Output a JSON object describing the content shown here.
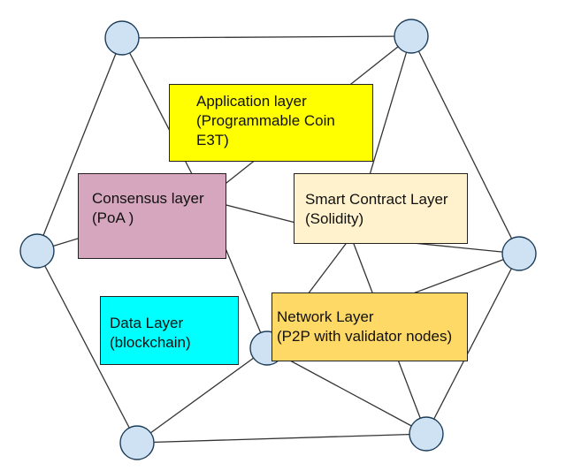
{
  "diagram": {
    "layers": [
      {
        "id": "application",
        "lines": [
          "Application layer",
          "(Programmable Coin",
          "E3T)"
        ],
        "fill": "#ffff00"
      },
      {
        "id": "consensus",
        "lines": [
          "Consensus layer",
          "(PoA )"
        ],
        "fill": "#d5a6bd"
      },
      {
        "id": "smart",
        "lines": [
          "Smart Contract Layer",
          "(Solidity)"
        ],
        "fill": "#fff2cc"
      },
      {
        "id": "data",
        "lines": [
          "Data  Layer",
          "(blockchain)"
        ],
        "fill": "#00ffff"
      },
      {
        "id": "network",
        "lines": [
          "Network Layer",
          "(P2P with validator nodes)"
        ],
        "fill": "#ffd966"
      }
    ],
    "node_color": "#cfe2f3",
    "edge_color": "#333333"
  }
}
